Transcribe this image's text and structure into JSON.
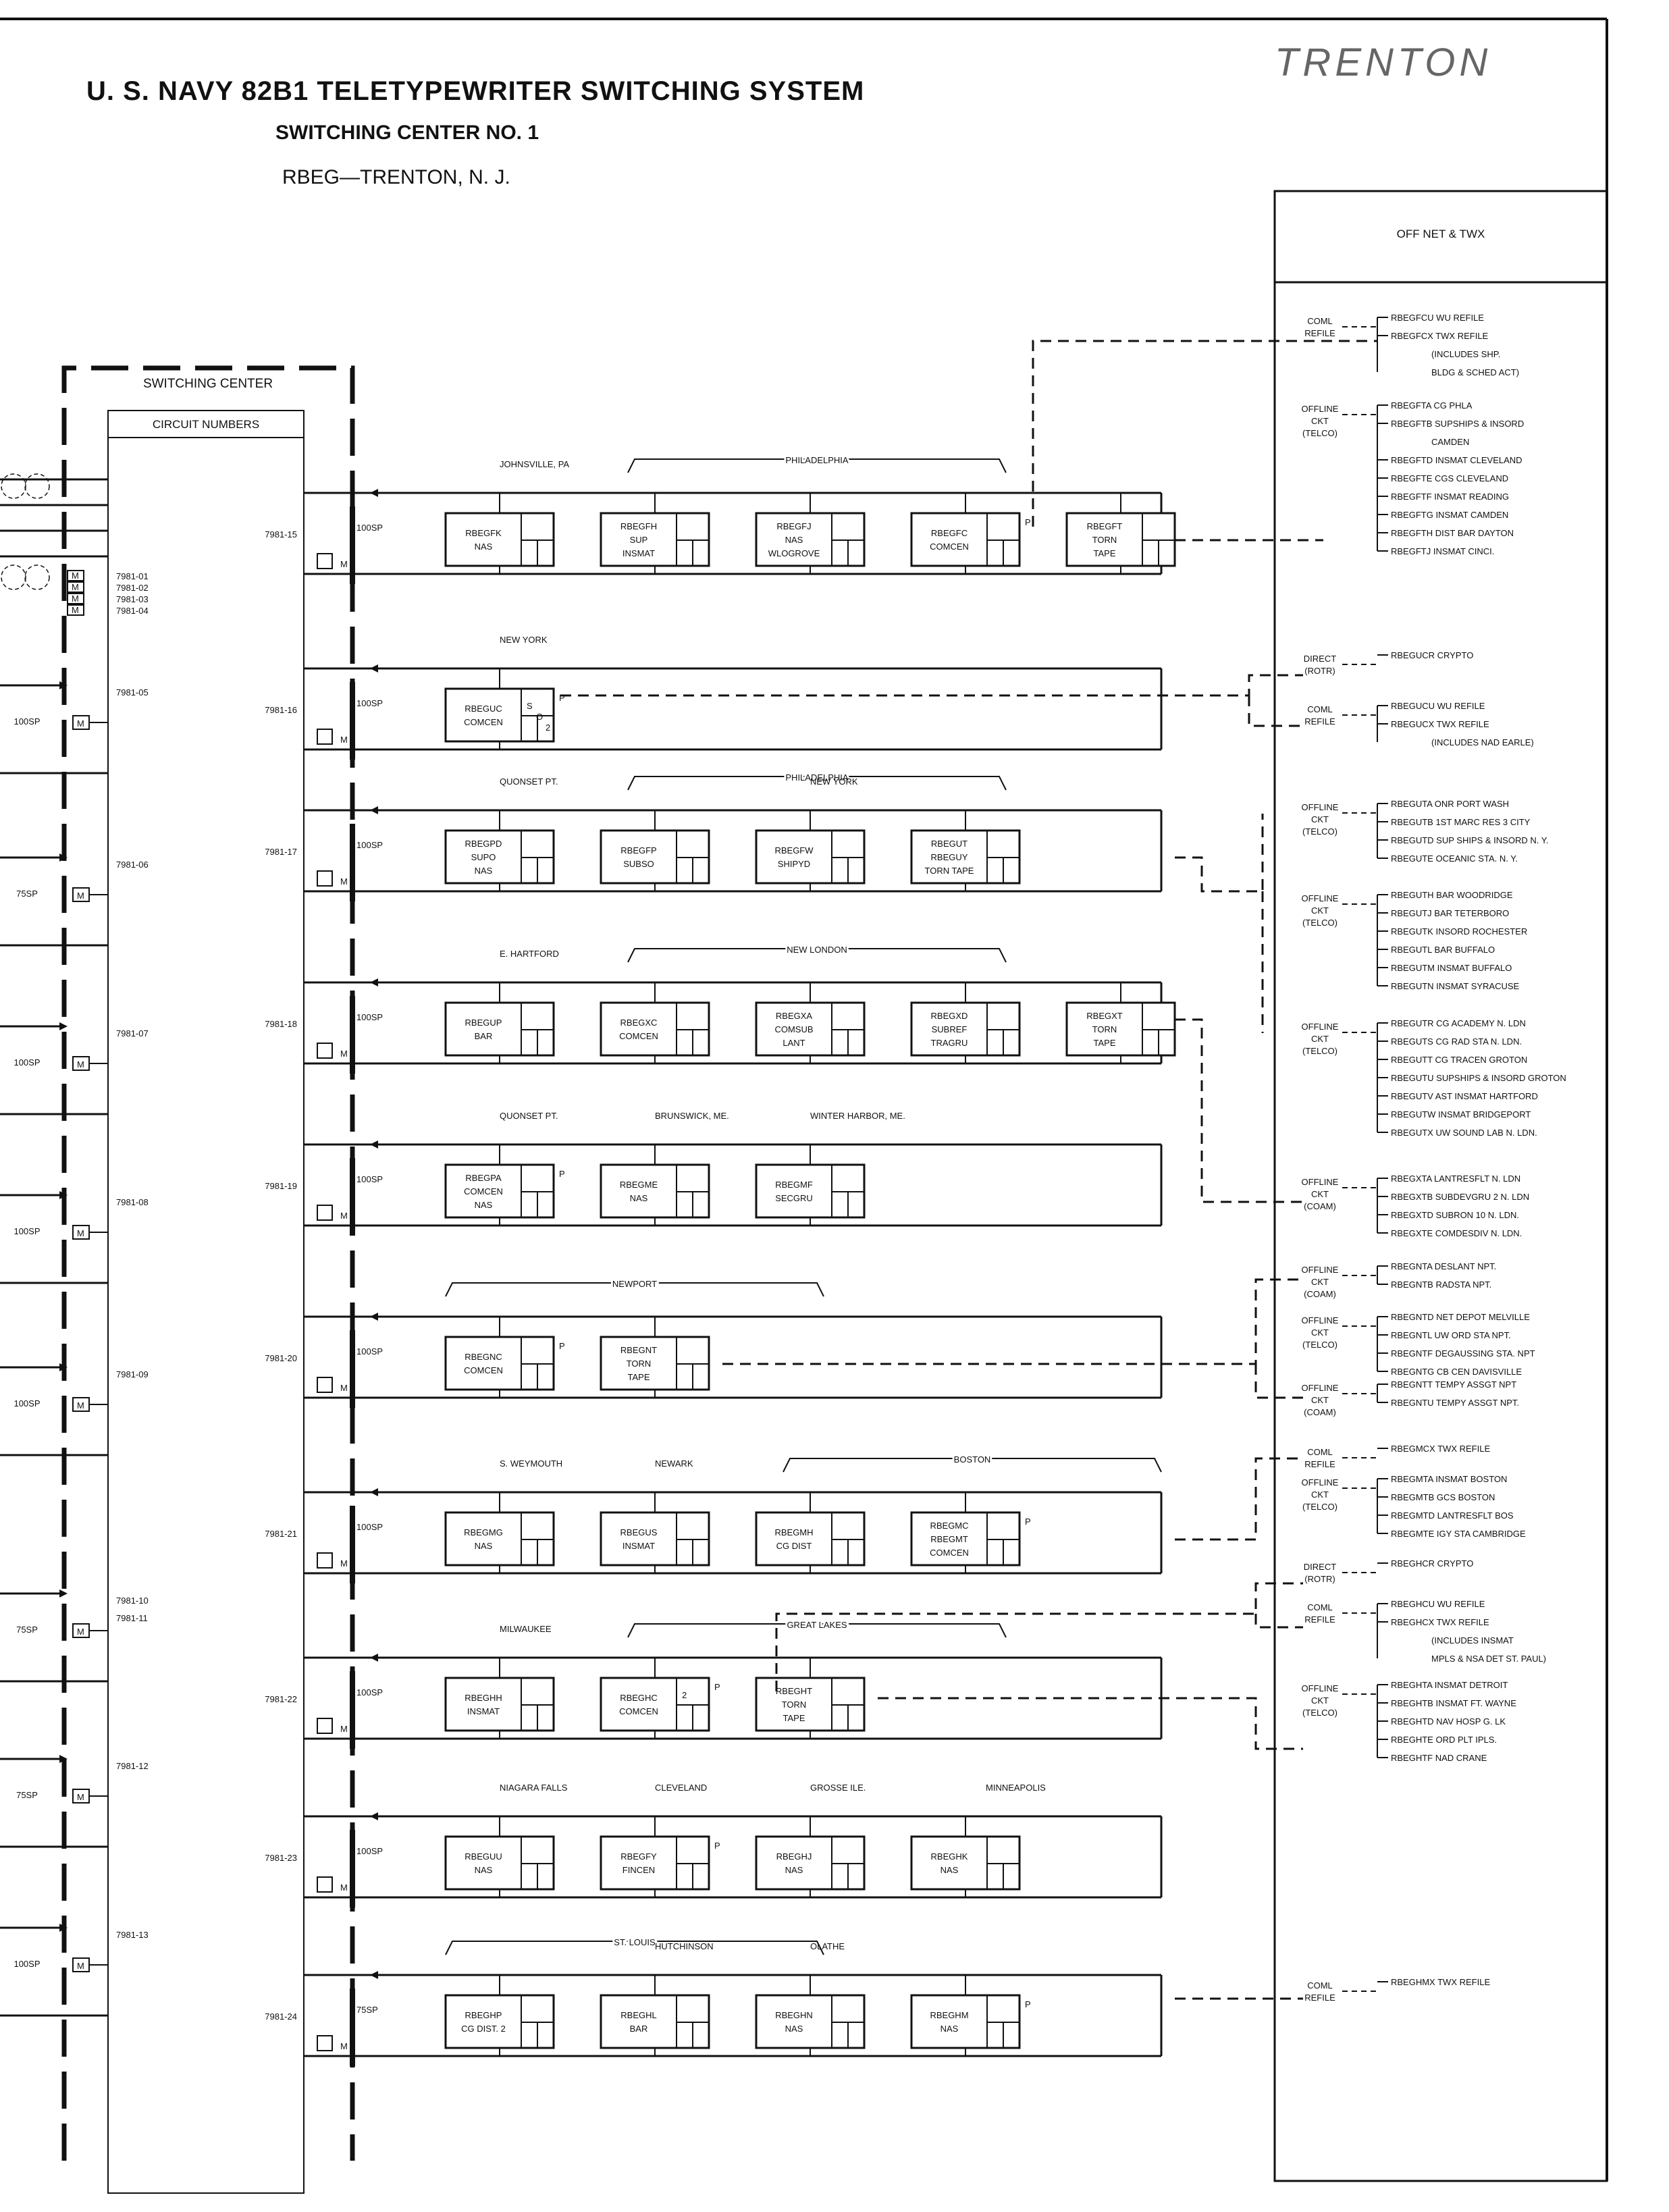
{
  "header": {
    "title": "U. S. NAVY 82B1 TELETYPEWRITER SWITCHING SYSTEM",
    "subtitle": "SWITCHING CENTER NO. 1",
    "location": "RBEG—TRENTON, N. J.",
    "handwritten": "TRENTON"
  },
  "switching_center": {
    "title": "SWITCHING CENTER",
    "circuit_numbers_title": "CIRCUIT NUMBERS",
    "left_circuits": [
      {
        "ids": [
          "7981-01",
          "7981-02",
          "7981-03",
          "7981-04"
        ],
        "speed": ""
      },
      {
        "ids": [
          "7981-05"
        ],
        "speed": "100SP"
      },
      {
        "ids": [
          "7981-06"
        ],
        "speed": "75SP"
      },
      {
        "ids": [
          "7981-07"
        ],
        "speed": "100SP"
      },
      {
        "ids": [
          "7981-08"
        ],
        "speed": "100SP"
      },
      {
        "ids": [
          "7981-09"
        ],
        "speed": "100SP"
      },
      {
        "ids": [
          "7981-10",
          "7981-11"
        ],
        "speed": "75SP"
      },
      {
        "ids": [
          "7981-12"
        ],
        "speed": "75SP"
      },
      {
        "ids": [
          "7981-13"
        ],
        "speed": "100SP"
      }
    ]
  },
  "offnet": {
    "title": "OFF NET & TWX"
  },
  "rows": [
    {
      "circuit": "7981-15",
      "speed": "100SP",
      "groups": [
        {
          "label": "JOHNSVILLE, PA",
          "bracket": false
        },
        {
          "label": "PHILADELPHIA",
          "bracket": true
        }
      ],
      "stations": [
        {
          "lines": [
            "RBEGFK",
            "NAS"
          ]
        },
        {
          "lines": [
            "RBEGFH",
            "SUP",
            "INSMAT"
          ]
        },
        {
          "lines": [
            "RBEGFJ",
            "NAS",
            "WLOGROVE"
          ]
        },
        {
          "lines": [
            "RBEGFC",
            "COMCEN"
          ],
          "tag": "P"
        },
        {
          "lines": [
            "RBEGFT",
            "TORN",
            "TAPE"
          ]
        }
      ]
    },
    {
      "circuit": "7981-16",
      "speed": "100SP",
      "groups": [
        {
          "label": "NEW YORK",
          "bracket": false
        }
      ],
      "stations": [
        {
          "lines": [
            "RBEGUC",
            "COMCEN"
          ],
          "tag": "P",
          "mini": [
            "S",
            "O",
            "2"
          ]
        }
      ]
    },
    {
      "circuit": "7981-17",
      "speed": "100SP",
      "groups": [
        {
          "label": "QUONSET PT.",
          "bracket": false
        },
        {
          "label": "PHILADELPHIA",
          "bracket": true
        },
        {
          "label": "NEW YORK",
          "bracket": false
        }
      ],
      "stations": [
        {
          "lines": [
            "RBEGPD",
            "SUPO",
            "NAS"
          ]
        },
        {
          "lines": [
            "RBEGFP",
            "SUBSO"
          ]
        },
        {
          "lines": [
            "RBEGFW",
            "SHIPYD"
          ]
        },
        {
          "lines": [
            "RBEGUT",
            "RBEGUY",
            "TORN TAPE"
          ]
        }
      ]
    },
    {
      "circuit": "7981-18",
      "speed": "100SP",
      "groups": [
        {
          "label": "E. HARTFORD",
          "bracket": false
        },
        {
          "label": "NEW LONDON",
          "bracket": true
        }
      ],
      "stations": [
        {
          "lines": [
            "RBEGUP",
            "BAR"
          ]
        },
        {
          "lines": [
            "RBEGXC",
            "COMCEN"
          ]
        },
        {
          "lines": [
            "RBEGXA",
            "COMSUB",
            "LANT"
          ]
        },
        {
          "lines": [
            "RBEGXD",
            "SUBREF",
            "TRAGRU"
          ]
        },
        {
          "lines": [
            "RBEGXT",
            "TORN",
            "TAPE"
          ]
        }
      ]
    },
    {
      "circuit": "7981-19",
      "speed": "100SP",
      "groups": [
        {
          "label": "QUONSET PT.",
          "bracket": false
        },
        {
          "label": "BRUNSWICK, ME.",
          "bracket": false
        },
        {
          "label": "WINTER HARBOR, ME.",
          "bracket": false
        }
      ],
      "stations": [
        {
          "lines": [
            "RBEGPA",
            "COMCEN",
            "NAS"
          ],
          "tag": "P"
        },
        {
          "lines": [
            "RBEGME",
            "NAS"
          ]
        },
        {
          "lines": [
            "RBEGMF",
            "SECGRU"
          ]
        }
      ]
    },
    {
      "circuit": "7981-20",
      "speed": "100SP",
      "groups": [
        {
          "label": "NEWPORT",
          "bracket": true
        }
      ],
      "stations": [
        {
          "lines": [
            "RBEGNC",
            "COMCEN"
          ],
          "tag": "P"
        },
        {
          "lines": [
            "RBEGNT",
            "TORN",
            "TAPE"
          ]
        }
      ]
    },
    {
      "circuit": "7981-21",
      "speed": "100SP",
      "groups": [
        {
          "label": "S. WEYMOUTH",
          "bracket": false
        },
        {
          "label": "NEWARK",
          "bracket": false
        },
        {
          "label": "BOSTON",
          "bracket": true
        }
      ],
      "stations": [
        {
          "lines": [
            "RBEGMG",
            "NAS"
          ]
        },
        {
          "lines": [
            "RBEGUS",
            "INSMAT"
          ]
        },
        {
          "lines": [
            "RBEGMH",
            "CG DIST"
          ]
        },
        {
          "lines": [
            "RBEGMC",
            "RBEGMT",
            "COMCEN"
          ],
          "tag": "P"
        }
      ]
    },
    {
      "circuit": "7981-22",
      "speed": "100SP",
      "groups": [
        {
          "label": "MILWAUKEE",
          "bracket": false
        },
        {
          "label": "GREAT LAKES",
          "bracket": true
        }
      ],
      "stations": [
        {
          "lines": [
            "RBEGHH",
            "INSMAT"
          ]
        },
        {
          "lines": [
            "RBEGHC",
            "COMCEN"
          ],
          "tag": "P",
          "mini": [
            "2"
          ]
        },
        {
          "lines": [
            "RBEGHT",
            "TORN",
            "TAPE"
          ]
        }
      ]
    },
    {
      "circuit": "7981-23",
      "speed": "100SP",
      "groups": [
        {
          "label": "NIAGARA FALLS",
          "bracket": false
        },
        {
          "label": "CLEVELAND",
          "bracket": false
        },
        {
          "label": "GROSSE ILE.",
          "bracket": false
        },
        {
          "label": "MINNEAPOLIS",
          "bracket": false
        }
      ],
      "stations": [
        {
          "lines": [
            "RBEGUU",
            "NAS"
          ]
        },
        {
          "lines": [
            "RBEGFY",
            "FINCEN"
          ],
          "tag": "P"
        },
        {
          "lines": [
            "RBEGHJ",
            "NAS"
          ]
        },
        {
          "lines": [
            "RBEGHK",
            "NAS"
          ]
        }
      ]
    },
    {
      "circuit": "7981-24",
      "speed": "75SP",
      "groups": [
        {
          "label": "ST. LOUIS",
          "bracket": true
        },
        {
          "label": "HUTCHINSON",
          "bracket": false
        },
        {
          "label": "OLATHE",
          "bracket": false
        }
      ],
      "stations": [
        {
          "lines": [
            "RBEGHP",
            "CG DIST. 2"
          ]
        },
        {
          "lines": [
            "RBEGHL",
            "BAR"
          ]
        },
        {
          "lines": [
            "RBEGHN",
            "NAS"
          ]
        },
        {
          "lines": [
            "RBEGHM",
            "NAS"
          ],
          "tag": "P"
        }
      ]
    }
  ],
  "offnet_groups": [
    {
      "label": [
        "COML",
        "REFILE"
      ],
      "entries": [
        "RBEGFCU WU REFILE",
        "RBEGFCX TWX REFILE",
        "(INCLUDES SHP.",
        "BLDG & SCHED ACT)"
      ]
    },
    {
      "label": [
        "OFFLINE",
        "CKT",
        "(TELCO)"
      ],
      "entries": [
        "RBEGFTA CG PHLA",
        "RBEGFTB SUPSHIPS & INSORD",
        "CAMDEN",
        "RBEGFTD INSMAT CLEVELAND",
        "RBEGFTE CGS CLEVELAND",
        "RBEGFTF INSMAT READING",
        "RBEGFTG INSMAT CAMDEN",
        "RBEGFTH DIST BAR DAYTON",
        "RBEGFTJ INSMAT CINCI."
      ]
    },
    {
      "label": [
        "DIRECT",
        "(ROTR)"
      ],
      "entries": [
        "RBEGUCR CRYPTO"
      ]
    },
    {
      "label": [
        "COML",
        "REFILE"
      ],
      "entries": [
        "RBEGUCU WU REFILE",
        "RBEGUCX TWX REFILE",
        "(INCLUDES NAD EARLE)"
      ]
    },
    {
      "label": [
        "OFFLINE",
        "CKT",
        "(TELCO)"
      ],
      "entries": [
        "RBEGUTA ONR PORT WASH",
        "RBEGUTB 1ST MARC RES 3 CITY",
        "RBEGUTD SUP SHIPS & INSORD N. Y.",
        "RBEGUTE OCEANIC STA. N. Y."
      ]
    },
    {
      "label": [
        "OFFLINE",
        "CKT",
        "(TELCO)"
      ],
      "entries": [
        "RBEGUTH BAR WOODRIDGE",
        "RBEGUTJ BAR TETERBORO",
        "RBEGUTK INSORD ROCHESTER",
        "RBEGUTL BAR BUFFALO",
        "RBEGUTM INSMAT BUFFALO",
        "RBEGUTN INSMAT SYRACUSE"
      ]
    },
    {
      "label": [
        "OFFLINE",
        "CKT",
        "(TELCO)"
      ],
      "entries": [
        "RBEGUTR CG ACADEMY N. LDN",
        "RBEGUTS CG RAD STA N. LDN.",
        "RBEGUTT CG TRACEN GROTON",
        "RBEGUTU SUPSHIPS & INSORD GROTON",
        "RBEGUTV AST INSMAT HARTFORD",
        "RBEGUTW INSMAT BRIDGEPORT",
        "RBEGUTX UW SOUND LAB N. LDN."
      ]
    },
    {
      "label": [
        "OFFLINE",
        "CKT",
        "(COAM)"
      ],
      "entries": [
        "RBEGXTA LANTRESFLT N. LDN",
        "RBEGXTB SUBDEVGRU 2 N. LDN",
        "RBEGXTD SUBRON 10 N. LDN.",
        "RBEGXTE COMDESDIV N. LDN."
      ]
    },
    {
      "label": [
        "OFFLINE",
        "CKT",
        "(COAM)"
      ],
      "entries": [
        "RBEGNTA DESLANT NPT.",
        "RBEGNTB RADSTA NPT."
      ]
    },
    {
      "label": [
        "OFFLINE",
        "CKT",
        "(TELCO)"
      ],
      "entries": [
        "RBEGNTD NET DEPOT MELVILLE",
        "RBEGNTL UW ORD STA NPT.",
        "RBEGNTF DEGAUSSING STA. NPT",
        "RBEGNTG CB CEN DAVISVILLE"
      ]
    },
    {
      "label": [
        "OFFLINE",
        "CKT",
        "(COAM)"
      ],
      "entries": [
        "RBEGNTT TEMPY ASSGT NPT",
        "RBEGNTU TEMPY ASSGT NPT."
      ]
    },
    {
      "label": [
        "COML",
        "REFILE"
      ],
      "entries": [
        "RBEGMCX TWX REFILE"
      ]
    },
    {
      "label": [
        "OFFLINE",
        "CKT",
        "(TELCO)"
      ],
      "entries": [
        "RBEGMTA INSMAT BOSTON",
        "RBEGMTB GCS BOSTON",
        "RBEGMTD LANTRESFLT BOS",
        "RBEGMTE IGY STA CAMBRIDGE"
      ]
    },
    {
      "label": [
        "DIRECT",
        "(ROTR)"
      ],
      "entries": [
        "RBEGHCR CRYPTO"
      ]
    },
    {
      "label": [
        "COML",
        "REFILE"
      ],
      "entries": [
        "RBEGHCU WU REFILE",
        "RBEGHCX TWX REFILE",
        "(INCLUDES INSMAT",
        "MPLS & NSA DET ST. PAUL)"
      ]
    },
    {
      "label": [
        "OFFLINE",
        "CKT",
        "(TELCO)"
      ],
      "entries": [
        "RBEGHTA INSMAT DETROIT",
        "RBEGHTB INSMAT FT. WAYNE",
        "RBEGHTD NAV HOSP G. LK",
        "RBEGHTE ORD PLT IPLS.",
        "RBEGHTF NAD CRANE"
      ]
    },
    {
      "label": [
        "COML",
        "REFILE"
      ],
      "entries": [
        "RBEGHMX TWX REFILE"
      ]
    }
  ]
}
